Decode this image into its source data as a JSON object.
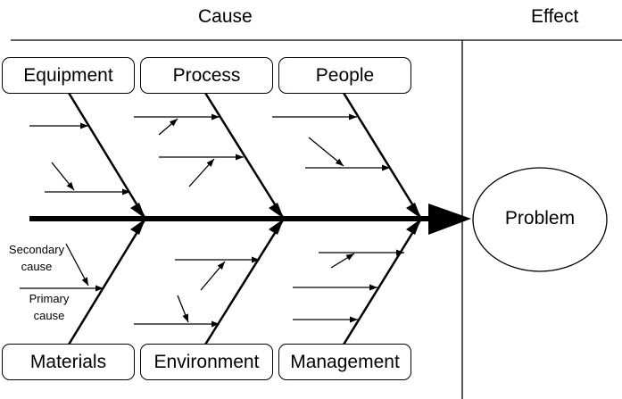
{
  "header": {
    "cause": "Cause",
    "effect": "Effect"
  },
  "categories_top": [
    "Equipment",
    "Process",
    "People"
  ],
  "categories_bottom": [
    "Materials",
    "Environment",
    "Management"
  ],
  "effect_label": "Problem",
  "annotations": {
    "secondary": "Secondary cause",
    "primary": "Primary cause"
  }
}
